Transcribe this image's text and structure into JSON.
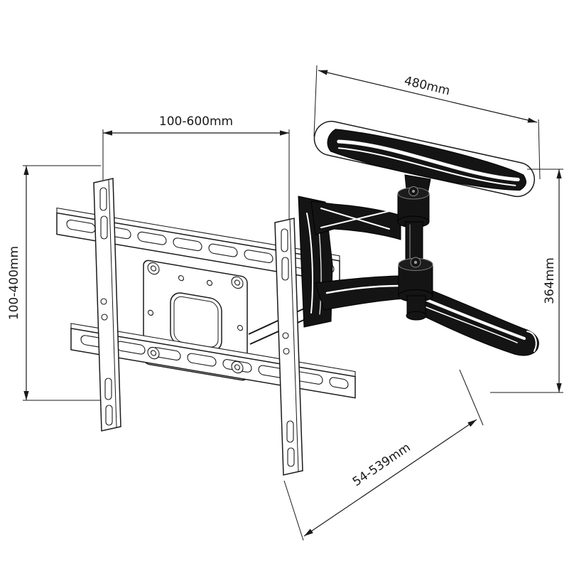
{
  "diagram": {
    "type": "technical-line-drawing",
    "subject": "full-motion articulating TV wall mount",
    "stroke_color": "#1a1a1a",
    "background_color": "#ffffff",
    "dimension_labels": {
      "wall_plate_width": "480mm",
      "bracket_width_range": "100-600mm",
      "bracket_height_range": "100-400mm",
      "mount_height": "364mm",
      "extension_range": "54-539mm"
    }
  }
}
